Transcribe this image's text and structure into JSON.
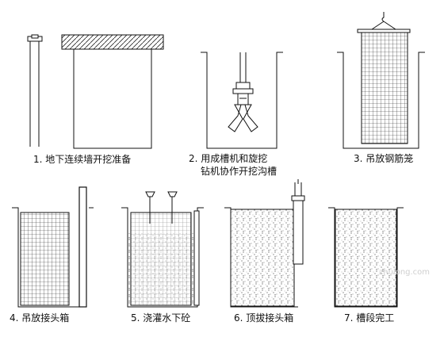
{
  "steps": [
    {
      "num": "1.",
      "label": "地下连续墙开挖准备"
    },
    {
      "num": "2.",
      "label": "用成槽机和旋挖",
      "label2": "钻机协作开挖沟槽"
    },
    {
      "num": "3.",
      "label": "吊放钢筋笼"
    },
    {
      "num": "4.",
      "label": "吊放接头箱"
    },
    {
      "num": "5.",
      "label": "浇灌水下砼"
    },
    {
      "num": "6.",
      "label": "顶拔接头箱"
    },
    {
      "num": "7.",
      "label": "槽段完工"
    }
  ],
  "watermark": "zhulong.com",
  "colors": {
    "line": "#111111",
    "fill_dots": "#555555"
  }
}
